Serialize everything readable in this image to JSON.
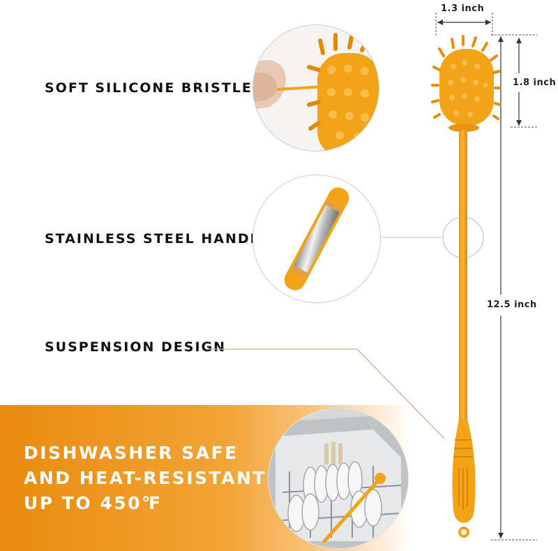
{
  "features": {
    "bristles_label": "SOFT SILICONE BRISTLES",
    "handle_label": "STAINLESS STEEL HANDLE",
    "suspension_label": "SUSPENSION DESIGN"
  },
  "dimensions": {
    "head_width": "1.3 inch",
    "head_length": "1.8 inch",
    "total_length": "12.5 inch"
  },
  "banner": {
    "line1": "DISHWASHER SAFE",
    "line2": "AND HEAT-RESISTANT",
    "line3": "UP TO 450℉"
  },
  "colors": {
    "brush_orange": "#F2A318",
    "banner_orange_light": "#F4A93B",
    "banner_orange_dark": "#E98B0E",
    "text_dark": "#111111"
  },
  "icons": {
    "bristles_closeup": "finger-touching-bristles-photo",
    "handle_closeup": "steel-handle-photo",
    "dishwasher_photo": "dishwasher-rack-photo"
  }
}
